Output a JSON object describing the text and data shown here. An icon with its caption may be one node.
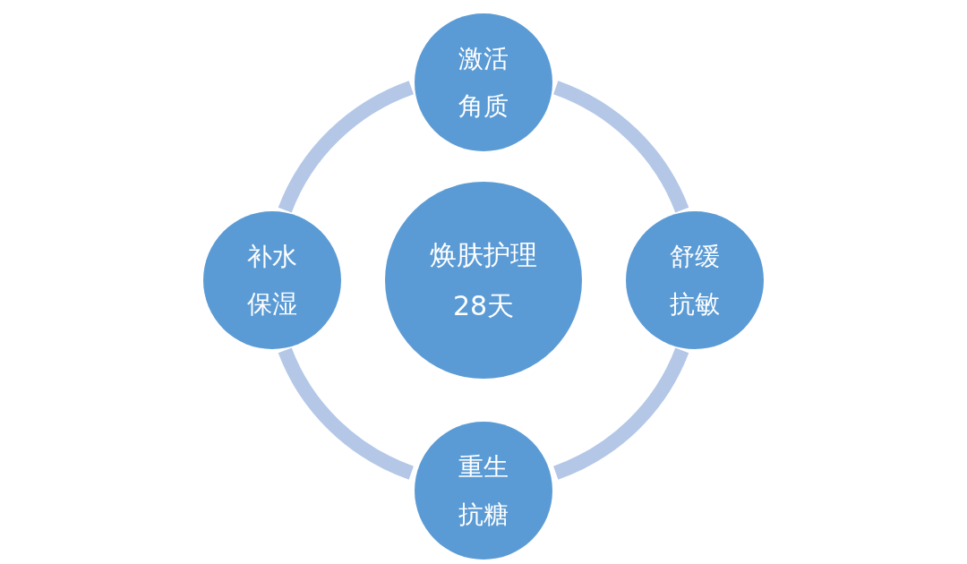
{
  "diagram": {
    "nodes": [
      {
        "text": [
          "焕肤护理28天"
        ]
      },
      {
        "text": [
          "激活角质"
        ]
      },
      {
        "text": [
          "舒缓抗敏"
        ]
      },
      {
        "text": [
          "重生抗糖"
        ]
      },
      {
        "text": [
          "补水保湿"
        ]
      }
    ],
    "edges": [
      {
        "from": 1,
        "to": 2,
        "arrow": "none"
      },
      {
        "from": 2,
        "to": 3,
        "arrow": "none"
      },
      {
        "from": 3,
        "to": 4,
        "arrow": "none"
      },
      {
        "from": 4,
        "to": 1,
        "arrow": "none"
      }
    ]
  }
}
